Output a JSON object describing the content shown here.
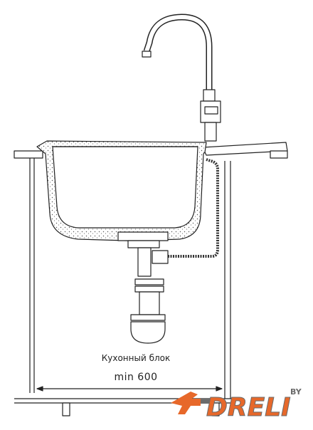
{
  "caption": {
    "line1": "Кухонный блок",
    "line2": "min 600"
  },
  "logo": {
    "text": "DRELI",
    "suffix": "BY",
    "color_primary": "#e7682a",
    "color_secondary": "#6b6b6b"
  },
  "colors": {
    "stroke": "#222222",
    "background": "#ffffff"
  },
  "icons": [
    "faucet-icon",
    "sink-bowl-icon",
    "siphon-icon",
    "drill-icon"
  ]
}
